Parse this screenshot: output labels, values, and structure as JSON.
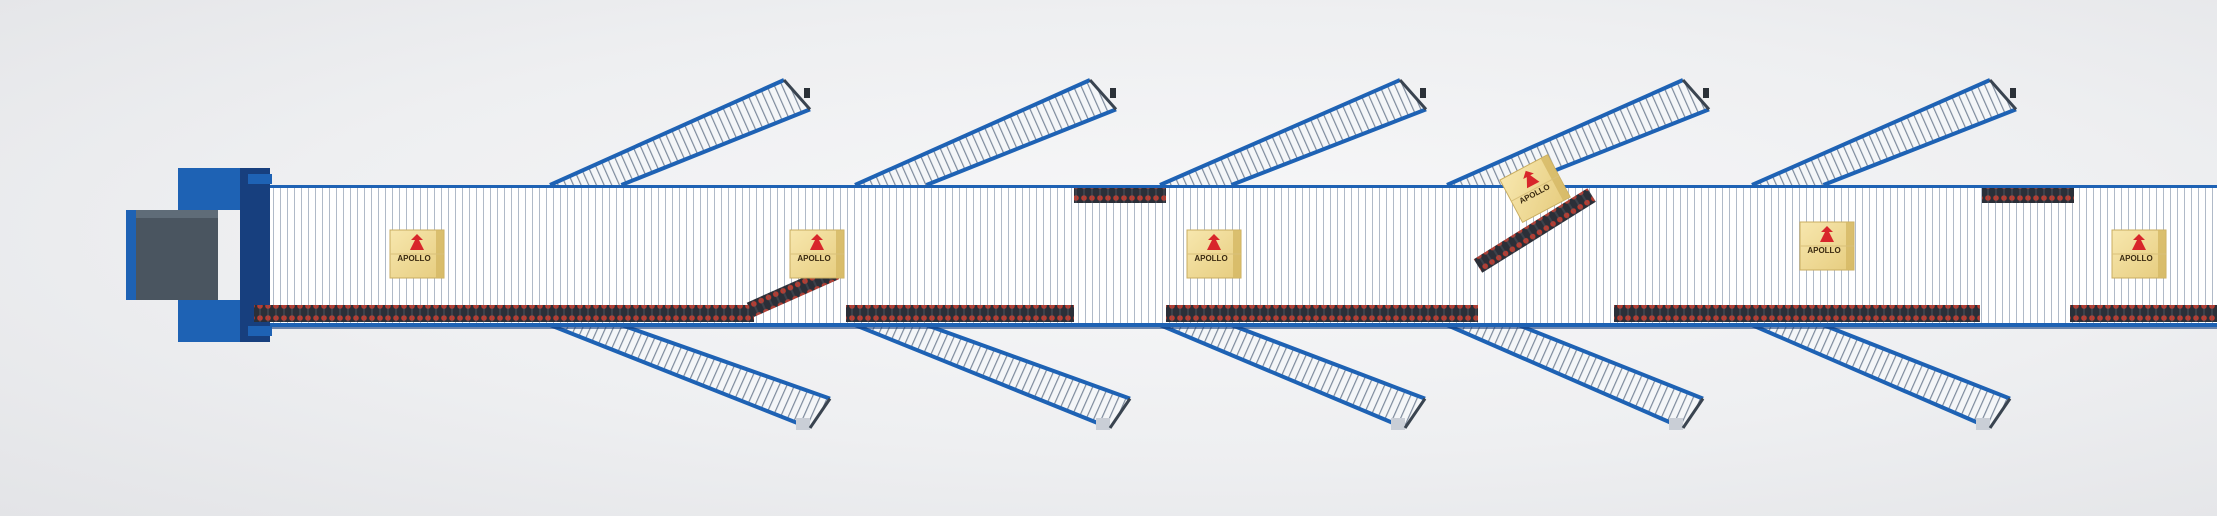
{
  "scene": {
    "title": "",
    "colors": {
      "background": "#eeeff1",
      "belt": "#ffffff",
      "frame_blue": "#1e62b4",
      "frame_dark": "#173f7e",
      "roller_line": "#9aa6b8",
      "sorter_roller": "#7d8a9c",
      "carton": "#f0d98e",
      "carton_dark": "#d4b864",
      "logo_red": "#d8262b",
      "product_red": "#c0392b",
      "product_dark": "#2b2f38",
      "motor_gray": "#4a5560"
    }
  },
  "boxes": [
    {
      "brand": "APOLLO"
    },
    {
      "brand": "APOLLO"
    },
    {
      "brand": "APOLLO"
    },
    {
      "brand": "APOLLO"
    },
    {
      "brand": "APOLLO"
    },
    {
      "brand": "APOLLO"
    }
  ],
  "icons": {
    "drive_motor": "drive-motor-icon",
    "carton": "carton-box-icon",
    "logo": "apollo-logo-icon"
  }
}
